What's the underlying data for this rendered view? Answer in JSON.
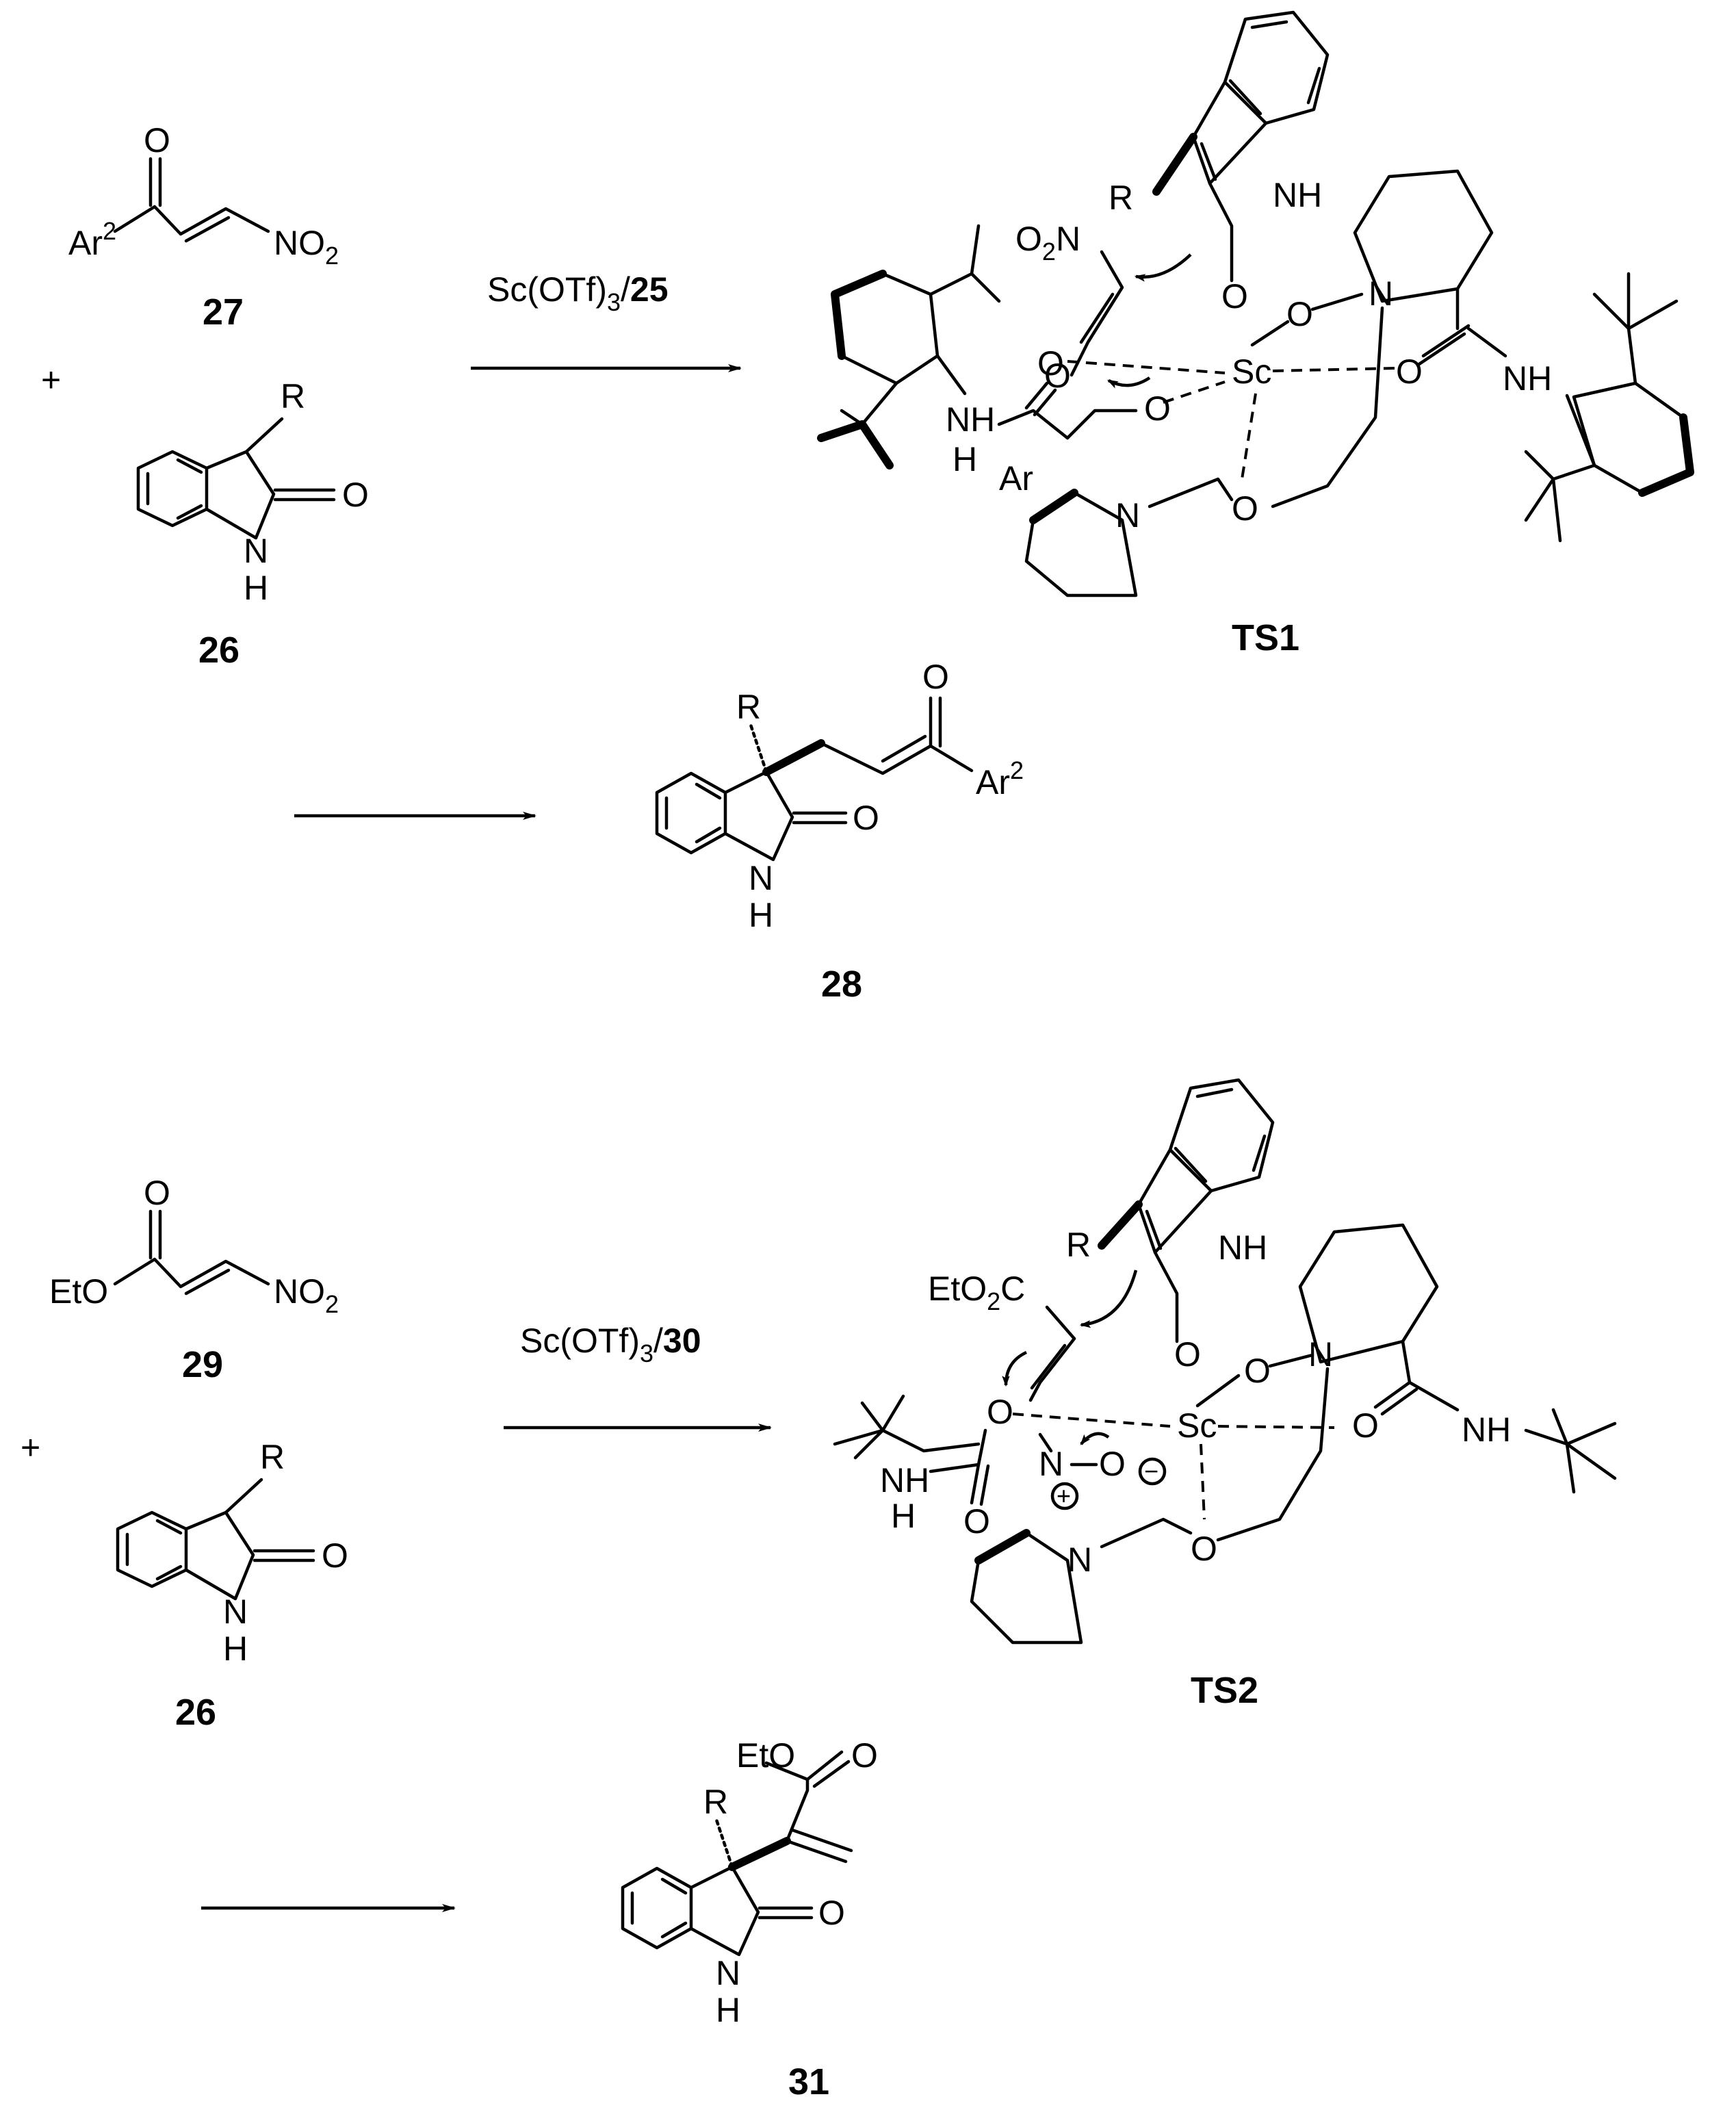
{
  "scheme1": {
    "compound27": {
      "ar": "Ar",
      "ar_sup": "2",
      "no2": "NO",
      "no2_sub": "2",
      "o": "O",
      "number": "27"
    },
    "plus": "+",
    "compound26": {
      "r": "R",
      "o": "O",
      "n": "N",
      "h": "H",
      "number": "26"
    },
    "reagent": {
      "prefix": "Sc(OTf)",
      "sub": "3",
      "slash": "/",
      "catalyst": "25"
    },
    "ts": {
      "r": "R",
      "nh_indole": "NH",
      "o2n_o": "O",
      "o2n_sub": "2",
      "o2n_n": "N",
      "o_enol": "O",
      "sc": "Sc",
      "o_ring": "O",
      "n_pip_right": "N",
      "o_amide_right": "O",
      "nh_right": "NH",
      "o_left_carb": "O",
      "o_amide_left": "O",
      "nh_left": "NH",
      "h_left": "H",
      "ar": "Ar",
      "n_pip_left": "N",
      "o_bridge": "O",
      "label": "TS1"
    },
    "product28": {
      "r": "R",
      "o_ketone": "O",
      "ar": "Ar",
      "ar_sup": "2",
      "o": "O",
      "n": "N",
      "h": "H",
      "number": "28"
    }
  },
  "scheme2": {
    "compound29": {
      "eto": "EtO",
      "o": "O",
      "no2": "NO",
      "no2_sub": "2",
      "number": "29"
    },
    "plus": "+",
    "compound26": {
      "r": "R",
      "o": "O",
      "n": "N",
      "h": "H",
      "number": "26"
    },
    "reagent": {
      "prefix": "Sc(OTf)",
      "sub": "3",
      "slash": "/",
      "catalyst": "30"
    },
    "ts": {
      "r": "R",
      "nh_indole": "NH",
      "eto2c": "EtO",
      "eto2c_sub": "2",
      "eto2c_c": "C",
      "o_enol": "O",
      "sc": "Sc",
      "o_ring": "O",
      "n_pip_right": "N",
      "o_amide_right": "O",
      "nh_right": "NH",
      "o_left": "O",
      "n_nitro": "N",
      "o_minus": "O",
      "minus": "−",
      "plus": "+",
      "nh_left": "NH",
      "h_left": "H",
      "o_amide_left": "O",
      "n_pip_left": "N",
      "o_bridge": "O",
      "label": "TS2"
    },
    "product31": {
      "eto": "EtO",
      "o_ester": "O",
      "r": "R",
      "o": "O",
      "n": "N",
      "h": "H",
      "number": "31"
    }
  }
}
